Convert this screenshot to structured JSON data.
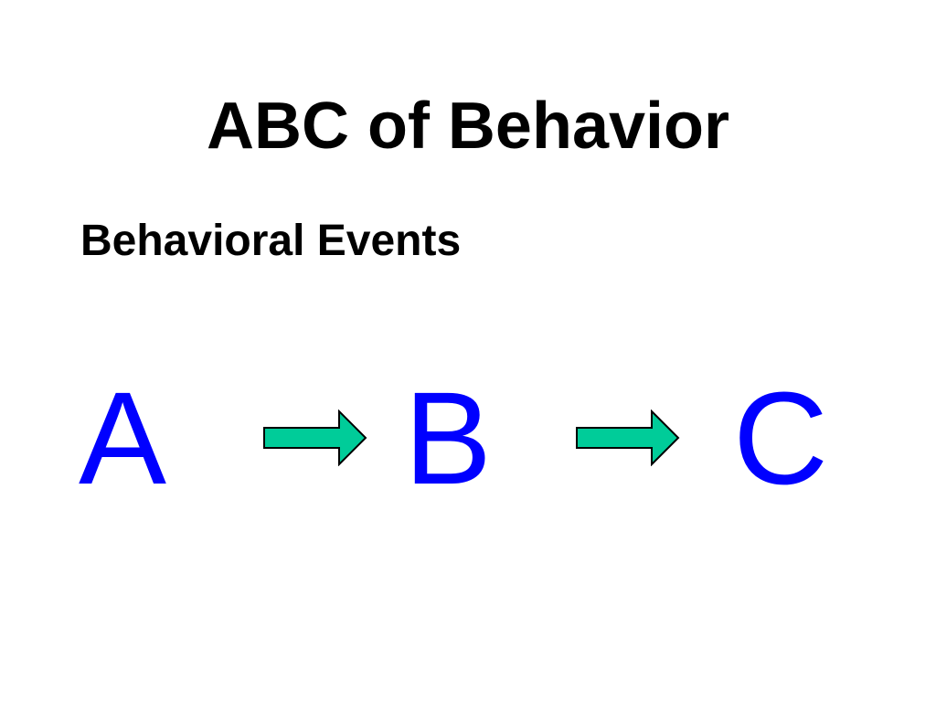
{
  "slide": {
    "title": "ABC of Behavior",
    "subtitle": "Behavioral Events"
  },
  "sequence": {
    "steps": [
      "A",
      "B",
      "C"
    ],
    "letter_color": "#0000ff",
    "arrow_fill": "#00cc99",
    "arrow_stroke": "#000000",
    "arrow_icon": "right-arrow-icon"
  }
}
